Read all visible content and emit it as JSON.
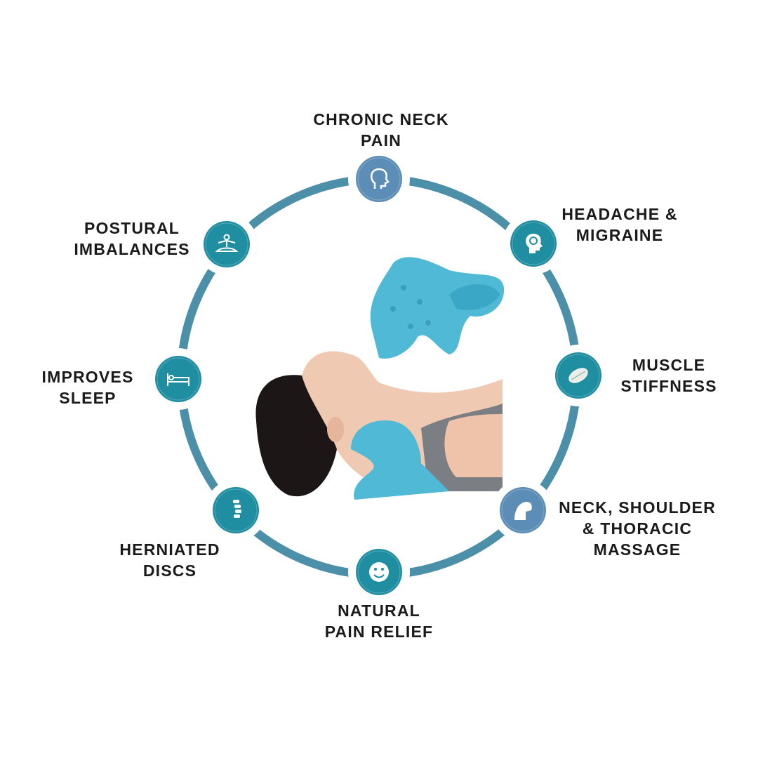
{
  "colors": {
    "ring": "#4b8fa8",
    "node_blue": "#5b8db6",
    "node_teal": "#1f8ea1",
    "pillow": "#4fb9d6"
  },
  "benefits": [
    {
      "lines": [
        "CHRONIC NECK",
        "PAIN"
      ],
      "icon": "head-profile-icon"
    },
    {
      "lines": [
        "HEADACHE &",
        "MIGRAINE"
      ],
      "icon": "brain-head-icon"
    },
    {
      "lines": [
        "MUSCLE",
        "STIFFNESS"
      ],
      "icon": "muscle-icon"
    },
    {
      "lines": [
        "NECK, SHOULDER",
        "& THORACIC",
        "MASSAGE"
      ],
      "icon": "shoulder-icon"
    },
    {
      "lines": [
        "NATURAL",
        "PAIN RELIEF"
      ],
      "icon": "smiley-icon"
    },
    {
      "lines": [
        "HERNIATED",
        "DISCS"
      ],
      "icon": "spine-icon"
    },
    {
      "lines": [
        "IMPROVES",
        "SLEEP"
      ],
      "icon": "bed-icon"
    },
    {
      "lines": [
        "POSTURAL",
        "IMBALANCES"
      ],
      "icon": "meditation-icon"
    }
  ]
}
